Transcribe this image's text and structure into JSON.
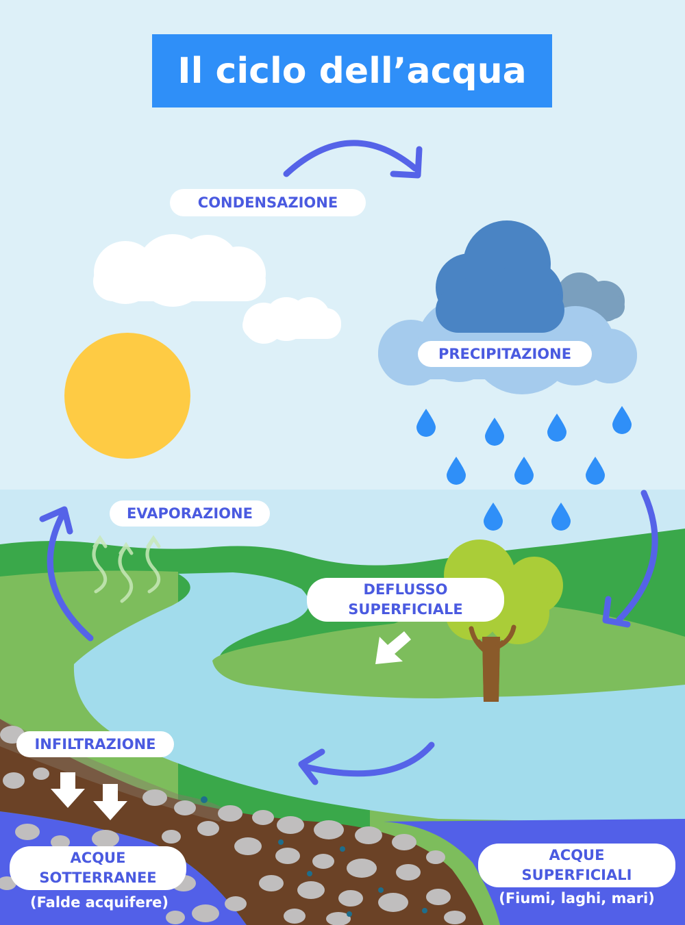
{
  "title": "Il ciclo dell’acqua",
  "labels": {
    "condensation": "CONDENSAZIONE",
    "precipitation": "PRECIPITAZIONE",
    "evaporation": "EVAPORAZIONE",
    "runoff_line1": "DEFLUSSO",
    "runoff_line2": "SUPERFICIALE",
    "infiltration": "INFILTRAZIONE",
    "groundwater_line1": "ACQUE",
    "groundwater_line2": "SOTTERRANEE",
    "groundwater_sub": "(Falde acquifere)",
    "surface_line1": "ACQUE",
    "surface_line2": "SUPERFICIALI",
    "surface_sub": "(Fiumi, laghi, mari)"
  },
  "colors": {
    "sky": "#ddf0f8",
    "sky_lower": "#cbe9f5",
    "title_bg": "#2f8ff8",
    "label_text": "#4a5ae0",
    "arrow": "#5563e8",
    "sun": "#fecb44",
    "rain_cloud_dark": "#4a84c4",
    "rain_cloud_grey": "#7a9fbe",
    "rain_cloud_light": "#a5cbed",
    "drop": "#2f8ff8",
    "hill_dark": "#3aa84a",
    "grass": "#7dbd5c",
    "river": "#a2dcec",
    "soil": "#6b4226",
    "pebble": "#c0bebe",
    "groundwater": "#5260e8",
    "tree_leaves": "#aacd38",
    "tree_trunk": "#8a5a2a"
  }
}
